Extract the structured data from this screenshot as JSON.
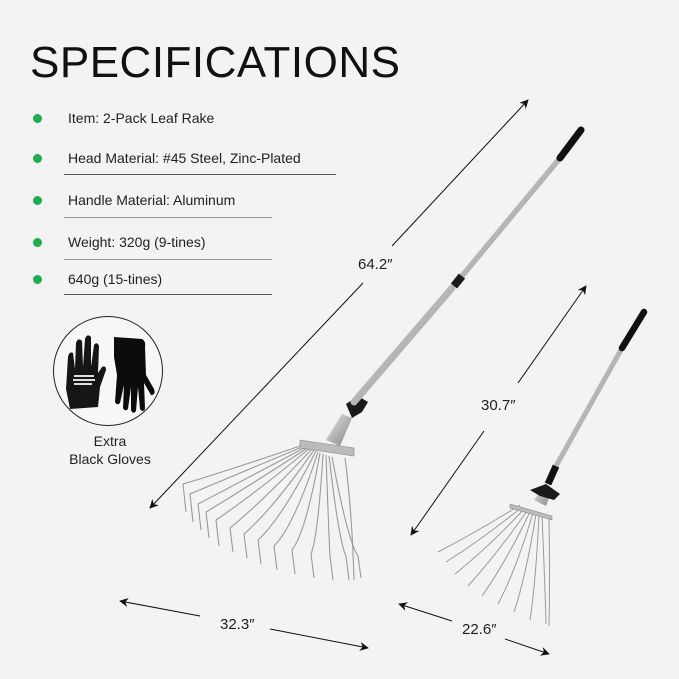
{
  "title": "SPECIFICATIONS",
  "specs": [
    {
      "label": "Item: 2-Pack Leaf Rake"
    },
    {
      "label": "Head Material: #45 Steel, Zinc-Plated"
    },
    {
      "label": "Handle Material: Aluminum"
    },
    {
      "label": "Weight: 320g (9-tines)"
    },
    {
      "label": "640g (15-tines)"
    }
  ],
  "bullet_color": "#1fad4f",
  "bonus": {
    "icon": "gloves-icon",
    "caption_line1": "Extra",
    "caption_line2": "Black Gloves"
  },
  "dimensions": {
    "large_rake_length": "64.2″",
    "large_rake_width": "32.3″",
    "small_rake_length": "30.7″",
    "small_rake_width": "22.6″"
  }
}
